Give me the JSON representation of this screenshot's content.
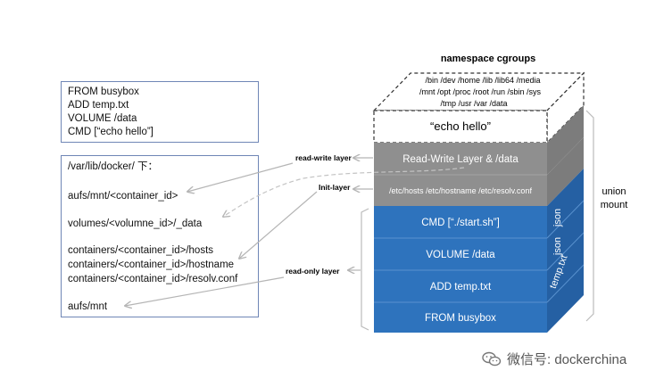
{
  "dockerfile_box": {
    "lines": [
      "FROM busybox",
      "ADD temp.txt",
      "VOLUME /data",
      "CMD [“echo hello”]"
    ]
  },
  "host_paths_box": {
    "header": "/var/lib/docker/ 下：",
    "mnt": "aufs/mnt/<container_id>",
    "volumes": "volumes/<volumne_id>/_data",
    "hosts": "containers/<container_id>/hosts",
    "hostname": "containers/<container_id>/hostname",
    "resolv": "containers/<container_id>/resolv.conf",
    "aufs_mnt": "aufs/mnt"
  },
  "stack": {
    "title": "namespace cgroups",
    "rootfs_line1": "/bin /dev /home /lib /lib64 /media",
    "rootfs_line2": "/mnt /opt /proc /root /run /sbin /sys",
    "rootfs_line3": "/tmp /usr /var /data",
    "echo_layer": "“echo hello”",
    "rw_layer": "Read-Write Layer & /data",
    "init_layer": "/etc/hosts /etc/hostname /etc/resolv.conf",
    "ro_layers": [
      "CMD [“./start.sh”]",
      "VOLUME /data",
      "ADD temp.txt",
      "FROM busybox"
    ],
    "side_labels": [
      "json",
      "json",
      "temp.txt"
    ]
  },
  "labels": {
    "read_write": "read-write layer",
    "init": "Init-layer",
    "read_only": "read-only layer",
    "union_1": "union",
    "union_2": "mount"
  },
  "watermark": {
    "text": "微信号: dockerchina",
    "icon": "wechat-icon"
  },
  "colors": {
    "blue": "#2e73bd",
    "blue_side": "#2560a3",
    "blue_top": "#4d8ccd",
    "gray": "#8f8f8f",
    "gray_side": "#7c7c7c",
    "gray_top": "#a9a9a9",
    "box_border": "#6f86b6",
    "arrow": "#b5b5b5"
  }
}
